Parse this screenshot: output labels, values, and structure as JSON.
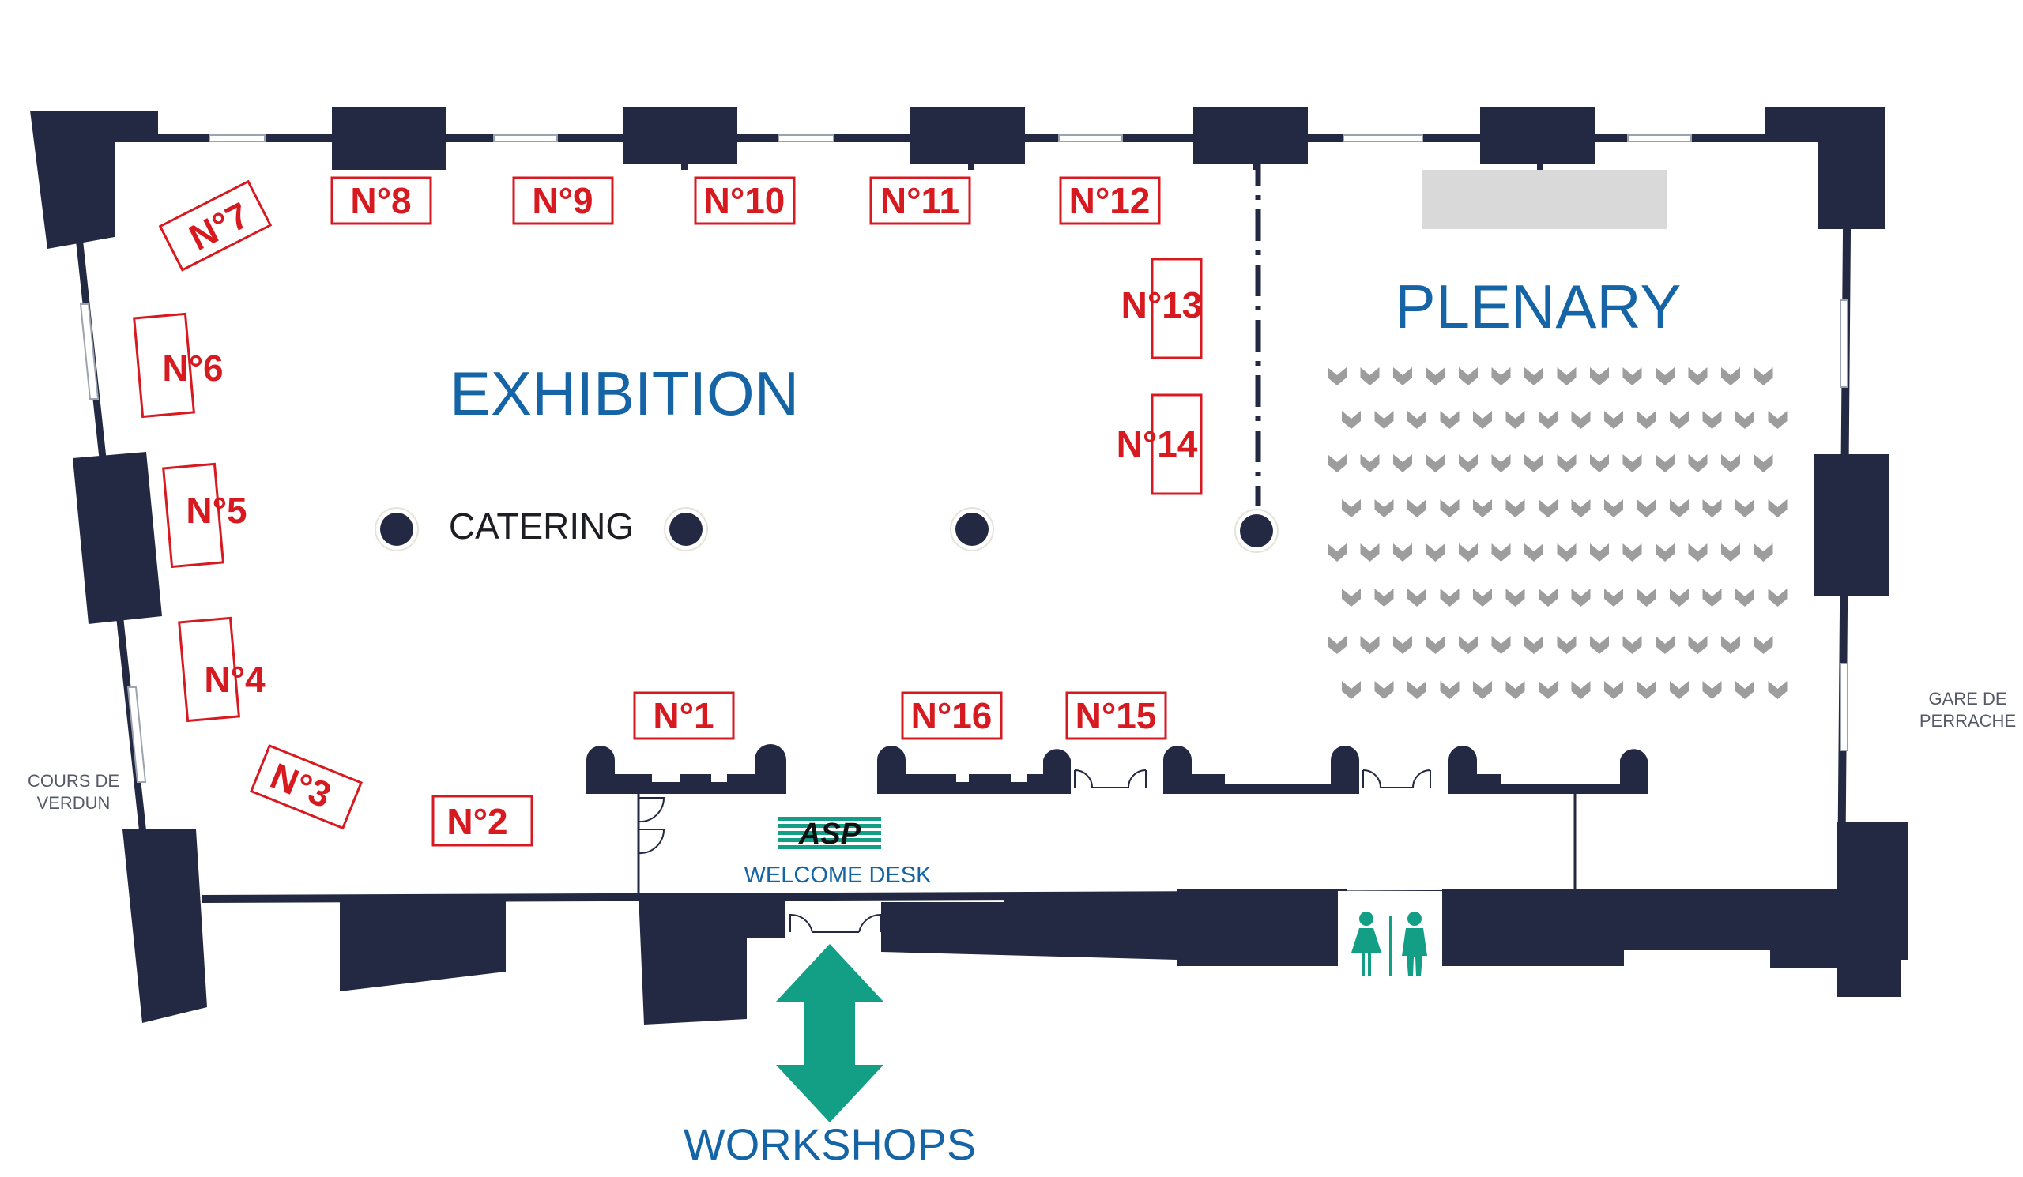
{
  "zones": {
    "exhibition": "EXHIBITION",
    "plenary": "PLENARY",
    "catering": "CATERING",
    "welcome_desk": "WELCOME DESK",
    "workshops": "WORKSHOPS"
  },
  "streets": {
    "left_line1": "COURS DE",
    "left_line2": "VERDUN",
    "right_line1": "GARE DE",
    "right_line2": "PERRACHE"
  },
  "booths": [
    "N°1",
    "N°2",
    "N°3",
    "N°4",
    "N°5",
    "N°6",
    "N°7",
    "N°8",
    "N°9",
    "N°10",
    "N°11",
    "N°12",
    "N°13",
    "N°14",
    "N°15",
    "N°16"
  ],
  "logo": "ASP",
  "icons": {
    "arrow": "double-arrow-icon",
    "restroom": "restroom-icon",
    "pillar": "pillar-icon",
    "seat": "seat-icon"
  },
  "colors": {
    "walls": "#232942",
    "booth": "#d71920",
    "zone_text": "#1565a6",
    "accent": "#129f86",
    "seats": "#9d9d9d",
    "stage": "#d9d9d9"
  }
}
